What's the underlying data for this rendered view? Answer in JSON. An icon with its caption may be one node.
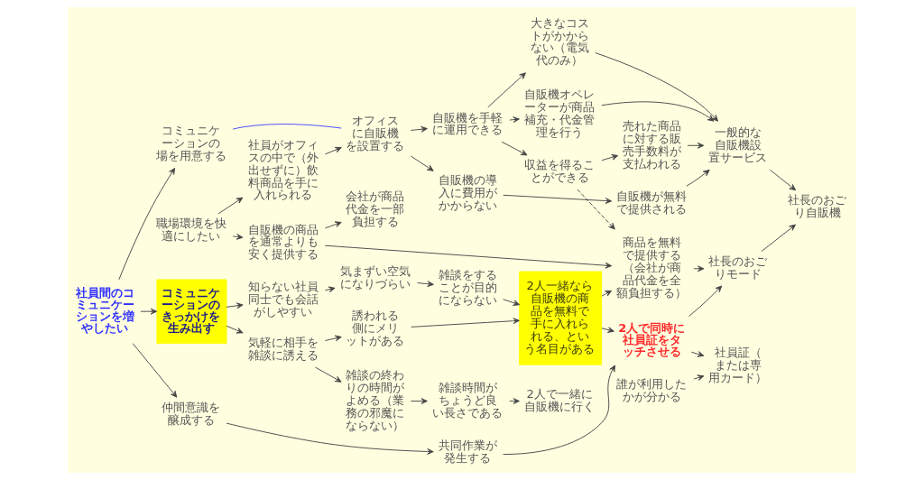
{
  "diagram": {
    "nodes": [
      {
        "text": [
          "職場環境を快適にしたい"
        ]
      },
      {
        "text": [
          "社員がオフィスの中で（外出せずに）飲料商品を手に入れられる"
        ]
      },
      {
        "text": [
          "自販機の商品を通常よりも安く提供する"
        ]
      },
      {
        "text": [
          "オフィスに自販機を設置する"
        ]
      },
      {
        "text": [
          "会社が商品代金を一部負担する"
        ]
      },
      {
        "text": [
          "自販機の導入に費用がかからない"
        ]
      },
      {
        "text": [
          "自販機を手軽に運用できる"
        ]
      },
      {
        "text": [
          "自販機が無料で提供される"
        ]
      },
      {
        "text": [
          "自販機オペレーターが商品補充・代金管理を行う"
        ]
      },
      {
        "text": [
          "大きなコストがかからない（電気代のみ）"
        ]
      },
      {
        "text": [
          "収益を得ることができる"
        ]
      },
      {
        "text": [
          "売れた商品に対する販売手数料が支払われる"
        ]
      },
      {
        "text": [
          "一般的な自販機設置サービス"
        ]
      },
      {
        "text": [
          "社長のおごり自販機"
        ]
      },
      {
        "text": [
          "社員間のコミュニケーションを増やしたい"
        ]
      },
      {
        "text": [
          "コミュニケーションの場を用意する"
        ]
      },
      {
        "text": [
          "コミュニケーションのきっかけを生み出す"
        ]
      },
      {
        "text": [
          "気軽に相手を雑談に誘える"
        ]
      },
      {
        "text": [
          "知らない社員同士でも会話がしやすい"
        ]
      },
      {
        "text": [
          "仲間意識を醸成する"
        ]
      },
      {
        "text": [
          "雑談の終わりの時間がよめる（業務の邪魔にならない）"
        ]
      },
      {
        "text": [
          "誘われる側にメリットがある"
        ]
      },
      {
        "text": [
          "気まずい空気になりづらい"
        ]
      },
      {
        "text": [
          "雑談時間がちょうど良い長さである"
        ]
      },
      {
        "text": [
          "雑談をすることが目的にならない"
        ]
      },
      {
        "text": [
          "2人で一緒に自販機に行く"
        ]
      },
      {
        "text": [
          "2人一緒なら自販機の商品を無料で手に入れられる、という名目がある"
        ]
      },
      {
        "text": [
          "共同作業が発生する"
        ]
      },
      {
        "text": [
          "商品を無料で提供する（会社が商品代金を全額負担する）"
        ]
      },
      {
        "text": [
          "社長のおごりモード"
        ]
      },
      {
        "text": [
          "2人で同時に社員証をタッチさせる"
        ]
      },
      {
        "text": [
          "社員証（または専用カード）"
        ]
      },
      {
        "text": [
          "誰が利用したかが分かる"
        ]
      }
    ],
    "edges": [
      {
        "from": 0,
        "to": 1,
        "arrow": "to"
      },
      {
        "from": 0,
        "to": 2,
        "arrow": "to"
      },
      {
        "from": 1,
        "to": 3,
        "arrow": "to"
      },
      {
        "from": 2,
        "to": 4,
        "arrow": "to"
      },
      {
        "from": 2,
        "to": 28,
        "arrow": "to"
      },
      {
        "from": 15,
        "to": 3,
        "arrow": "none",
        "color": "#4040ff"
      },
      {
        "from": 3,
        "to": 5,
        "arrow": "to"
      },
      {
        "from": 3,
        "to": 6,
        "arrow": "to"
      },
      {
        "from": 5,
        "to": 7,
        "arrow": "to"
      },
      {
        "from": 6,
        "to": 8,
        "arrow": "to"
      },
      {
        "from": 6,
        "to": 9,
        "arrow": "to"
      },
      {
        "from": 6,
        "to": 10,
        "arrow": "to"
      },
      {
        "from": 10,
        "to": 11,
        "arrow": "to"
      },
      {
        "from": 7,
        "to": 12,
        "arrow": "to"
      },
      {
        "from": 8,
        "to": 12,
        "arrow": "to"
      },
      {
        "from": 9,
        "to": 12,
        "arrow": "to"
      },
      {
        "from": 11,
        "to": 12,
        "arrow": "to"
      },
      {
        "from": 10,
        "to": 28,
        "arrow": "to",
        "style": "dashed"
      },
      {
        "from": 12,
        "to": 13,
        "arrow": "to"
      },
      {
        "from": 14,
        "to": 15,
        "arrow": "to"
      },
      {
        "from": 14,
        "to": 16,
        "arrow": "to"
      },
      {
        "from": 14,
        "to": 19,
        "arrow": "to"
      },
      {
        "from": 16,
        "to": 17,
        "arrow": "to"
      },
      {
        "from": 16,
        "to": 18,
        "arrow": "to"
      },
      {
        "from": 17,
        "to": 20,
        "arrow": "to"
      },
      {
        "from": 17,
        "to": 21,
        "arrow": "to"
      },
      {
        "from": 18,
        "to": 22,
        "arrow": "to"
      },
      {
        "from": 20,
        "to": 23,
        "arrow": "to"
      },
      {
        "from": 23,
        "to": 25,
        "arrow": "to"
      },
      {
        "from": 22,
        "to": 24,
        "arrow": "to"
      },
      {
        "from": 21,
        "to": 26,
        "arrow": "to"
      },
      {
        "from": 24,
        "to": 26,
        "arrow": "to"
      },
      {
        "from": 19,
        "to": 27,
        "arrow": "to"
      },
      {
        "from": 26,
        "to": 28,
        "arrow": "to"
      },
      {
        "from": 28,
        "to": 29,
        "arrow": "to"
      },
      {
        "from": 29,
        "to": 13,
        "arrow": "to"
      },
      {
        "from": 26,
        "to": 30,
        "arrow": "to"
      },
      {
        "from": 27,
        "to": 30,
        "arrow": "to"
      },
      {
        "from": 30,
        "to": 29,
        "arrow": "to"
      },
      {
        "from": 30,
        "to": 31,
        "arrow": "to"
      },
      {
        "from": 32,
        "to": 31,
        "arrow": "to"
      }
    ]
  }
}
